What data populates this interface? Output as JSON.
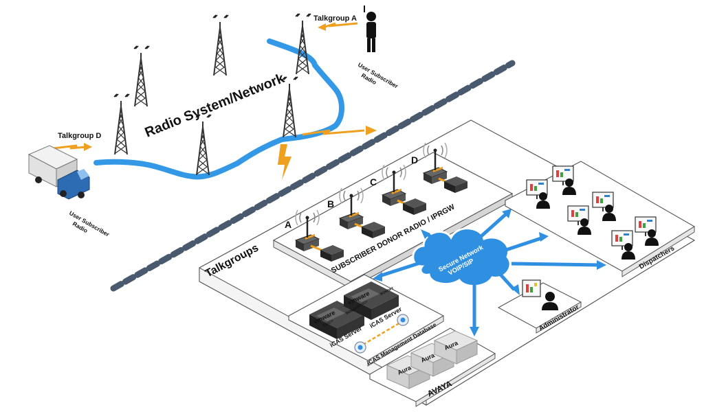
{
  "radio_network": {
    "title": "Radio System/Network",
    "talkgroup_a": "Talkgroup A",
    "talkgroup_d": "Talkgroup D",
    "user_radio_a": [
      "User Subscriber",
      "Radio"
    ],
    "user_radio_d": [
      "User Subscriber",
      "Radio"
    ]
  },
  "gateway": {
    "section_label": "Talkgroups",
    "panel_label": "SUBSCRIBER DONOR RADIO / IPRGW",
    "radios": [
      "A",
      "B",
      "C",
      "D"
    ]
  },
  "network": {
    "label": [
      "Secure Network",
      "VOIP/SIP"
    ]
  },
  "servers": {
    "server_label": "iCAS Server",
    "vm_text": "vmware",
    "vm_sub": "READY",
    "tag": "BOROFT",
    "db_label": "iCAS Management Database"
  },
  "avaya": {
    "brand": "AVAYA",
    "box_label": "Aura"
  },
  "dispatchers": {
    "label": "Dispatchers"
  },
  "administrator": {
    "label": "Administrator"
  },
  "colors": {
    "cloud_outline": "#3399e6",
    "network_cloud": "#2f8fe0",
    "arrow_orange": "#f0a020",
    "dash_line": "#4a5a6e",
    "brand_red": "#e03020"
  }
}
